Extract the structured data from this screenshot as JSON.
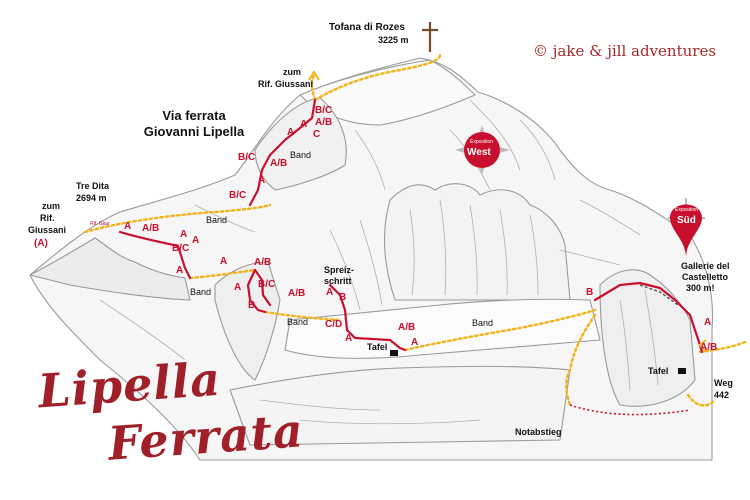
{
  "summit": {
    "name": "Tofana di Rozes",
    "altitude": "3225 m"
  },
  "copyright": "© jake & jill adventures",
  "route_title": {
    "line1": "Via ferrata",
    "line2": "Giovanni Lipella"
  },
  "tre_dita": {
    "name": "Tre Dita",
    "altitude": "2694 m"
  },
  "to_giussani_top": {
    "line1": "zum",
    "line2": "Rif. Giussani"
  },
  "to_giussani_left": {
    "line1": "zum",
    "line2": "Rif.",
    "line3": "Giussani",
    "grade": "(A)"
  },
  "rif_giussani_small": "Rif. Gius",
  "compass_west": {
    "small": "Exposition",
    "label": "West"
  },
  "compass_south": {
    "small": "Exposition",
    "label": "Süd"
  },
  "labels": {
    "band1": "Band",
    "band2": "Band",
    "band3": "Band",
    "band4": "Band",
    "band5": "Band",
    "spreiz1": "Spreiz-",
    "spreiz2": "schritt",
    "tafel_left": "Tafel",
    "tafel_right": "Tafel",
    "notabstieg": "Notabstieg",
    "gallerie1": "Gallerie del",
    "gallerie2": "Castelletto",
    "gallerie3": "300 m!",
    "weg1": "Weg",
    "weg2": "442"
  },
  "grades": {
    "g_top_bc": "B/C",
    "g_top_ab": "A/B",
    "g_top_c": "C",
    "g_top_a": "A",
    "g_top_a2": "A",
    "g_mid_bc": "B/C",
    "g_mid_ab": "A/B",
    "g_mid_a": "A",
    "g_mid_bc2": "B/C",
    "g_left_a": "A",
    "g_left_ab": "A/B",
    "g_left_a2": "A",
    "g_left_bc": "B/C",
    "g_left_a3": "A",
    "g_left_a4": "A",
    "g_center_a": "A",
    "g_center_ab": "A/B",
    "g_center_a2": "A",
    "g_center_bc": "B/C",
    "g_center_b": "B",
    "g_center_ab2": "A/B",
    "g_sp_a": "A",
    "g_sp_b": "B",
    "g_sp_cd": "C/D",
    "g_sp_a2": "A",
    "g_tafel_ab": "A/B",
    "g_tafel_a": "A",
    "g_right_b": "B",
    "g_right_a": "A",
    "g_right_ab": "A/B"
  },
  "big_title": {
    "line1": "Lipella",
    "line2": "Ferrata"
  },
  "colors": {
    "route": "#c8102e",
    "trail": "#f2b21b",
    "rock": "#8a8a8a",
    "title": "#a0202a"
  }
}
